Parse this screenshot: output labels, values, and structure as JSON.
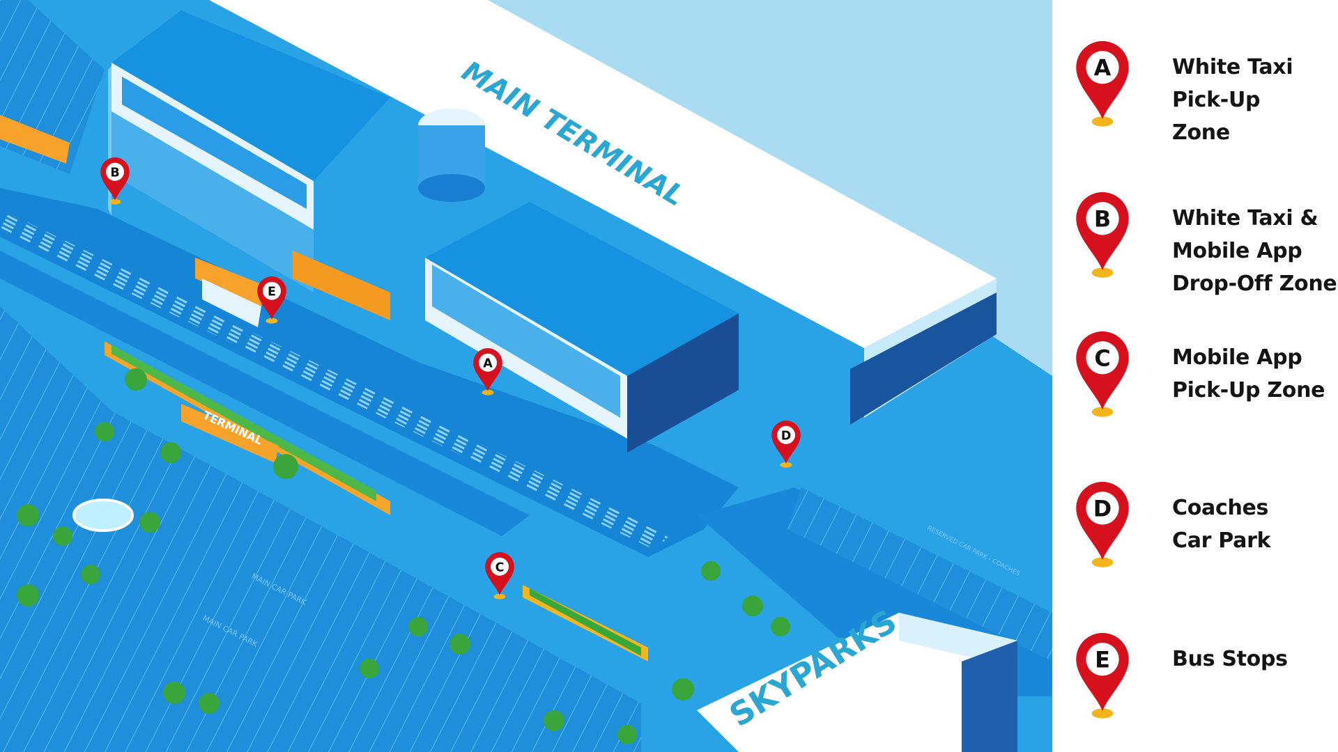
{
  "map": {
    "main_terminal_label": "MAIN TERMINAL",
    "skyparks_label": "SKYPARKS",
    "terminal_sign": "TERMINAL",
    "car_park_labels": [
      "MAIN CAR PARK",
      "MAIN CAR PARK"
    ],
    "coach_bay_label": "RESERVED CAR PARK - COACHES",
    "markers": [
      {
        "letter": "A"
      },
      {
        "letter": "B"
      },
      {
        "letter": "C"
      },
      {
        "letter": "D"
      },
      {
        "letter": "E"
      }
    ]
  },
  "legend": {
    "items": [
      {
        "letter": "A",
        "lines": [
          "White Taxi",
          "Pick-Up",
          "Zone"
        ]
      },
      {
        "letter": "B",
        "lines": [
          "White Taxi &",
          "Mobile App",
          "Drop-Off Zone"
        ]
      },
      {
        "letter": "C",
        "lines": [
          "Mobile App",
          "Pick-Up Zone"
        ]
      },
      {
        "letter": "D",
        "lines": [
          "Coaches",
          "Car Park"
        ]
      },
      {
        "letter": "E",
        "lines": [
          "Bus Stops"
        ]
      }
    ]
  },
  "colors": {
    "pin_red": "#d6101c",
    "pin_base": "#f3b51c",
    "water_blue": "#29a0e4",
    "terminal_roof": "#1593e0",
    "sky": "#a9dbf2",
    "orange": "#f7a22a",
    "palm_green": "#3aa53a"
  }
}
